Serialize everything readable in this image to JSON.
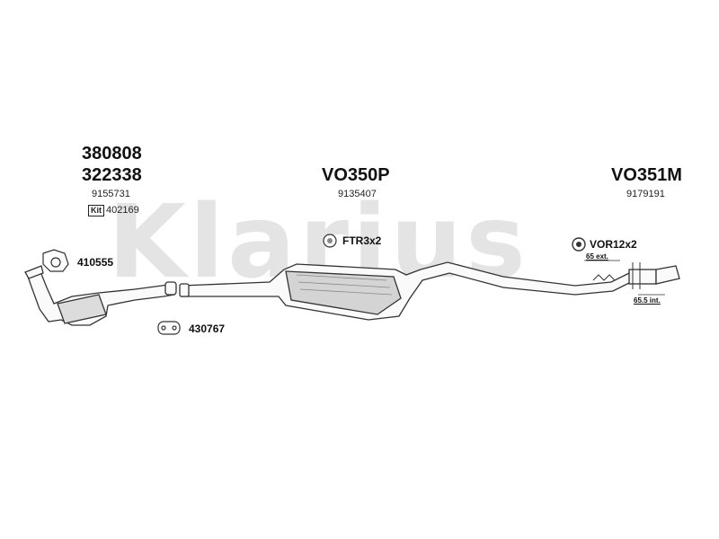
{
  "watermark": "Klarius",
  "front": {
    "part_number_1": "380808",
    "part_number_2": "322338",
    "oem_number": "9155731",
    "kit_label": "Kit",
    "kit_number": "402169",
    "gasket": "410555",
    "clamp": "430767"
  },
  "middle": {
    "part_number": "VO350P",
    "oem_number": "9135407",
    "fitting": "FTR3x2"
  },
  "rear": {
    "part_number": "VO351M",
    "oem_number": "9179191",
    "fitting": "VOR12x2",
    "ext_dim": "65 ext.",
    "int_dim": "65.5 int."
  },
  "colors": {
    "line": "#333333",
    "watermark": "#e4e4e4"
  }
}
